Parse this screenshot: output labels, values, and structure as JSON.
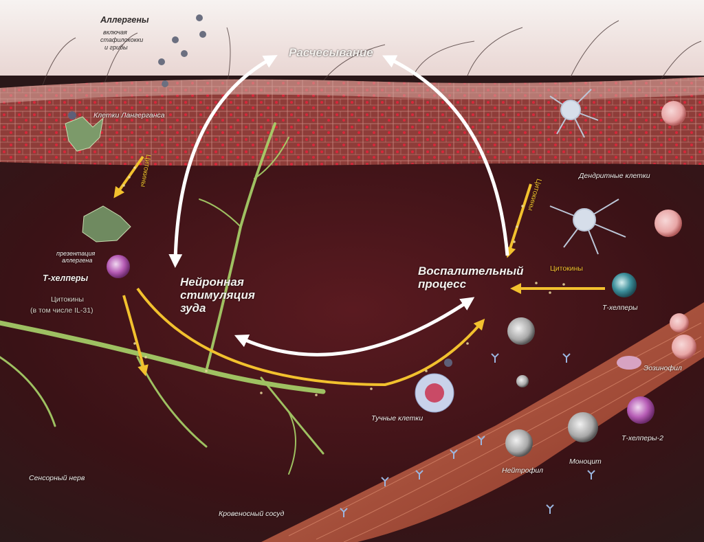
{
  "labels": {
    "allergens": "Аллергены",
    "allergens_line1": "включая",
    "allergens_line2": "стафилококки",
    "allergens_line3": "и грибы",
    "langerhans": "Клетки Лангерганса",
    "cytokines_top_left": "Цитокины",
    "cytokines_top_right": "Цитокины",
    "cytokines_right": "Цитокины",
    "presentation_line1": "презентация",
    "presentation_line2": "аллергена",
    "t_helpers_left": "Т-хелперы",
    "cytokines_left_line1": "Цитокины",
    "cytokines_left_line2": "(в том числе IL-31)",
    "neuronal_line1": "Нейронная",
    "neuronal_line2": "стимуляция",
    "neuronal_line3": "зуда",
    "scratching": "Расчесывание",
    "inflammation_line1": "Воспалительный",
    "inflammation_line2": "процесс",
    "dendritic": "Дендритные клетки",
    "t_helpers_right": "Т-хелперы",
    "eosinophil": "Эозинофил",
    "t_helpers_2": "Т-хелперы-2",
    "mast_cells": "Тучные клетки",
    "neutrophil": "Нейтрофил",
    "monocyte": "Моноцит",
    "sensory_nerve": "Сенсорный нерв",
    "blood_vessel": "Кровеносный сосуд"
  },
  "colors": {
    "epidermis": "#9a4440",
    "dermis": "#3a1416",
    "nerve": "#a9d46a",
    "vessel": "#b5523c",
    "cytokine_arrow": "#f2c12e",
    "cycle_arrow": "#ffffff"
  }
}
